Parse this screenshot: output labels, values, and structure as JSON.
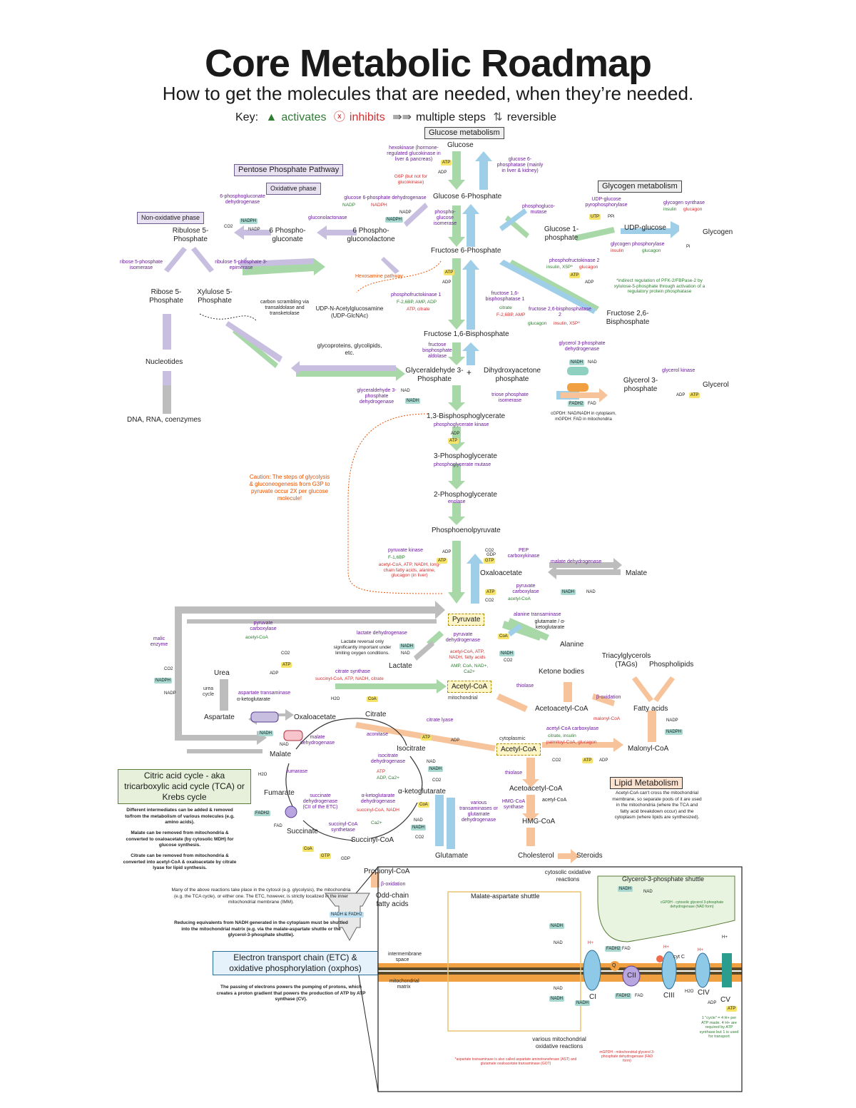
{
  "title": "Core Metabolic Roadmap",
  "subtitle": "How to get the molecules that are needed, when they’re needed.",
  "key": {
    "label": "Key:",
    "activates": "activates",
    "inhibits": "inhibits",
    "multiple_steps": "multiple steps",
    "reversible": "reversible"
  },
  "colors": {
    "glycolysis_green": "#a8d8a8",
    "gluconeo_blue": "#9fcfe8",
    "pentose_lavender": "#c8bfe0",
    "gray": "#bbbbbb",
    "lipid_orange": "#f6c39b",
    "tca_dark_gray": "#999999"
  },
  "sections": {
    "glucose_metabolism": "Glucose metabolism",
    "pentose_phosphate_pathway": "Pentose Phosphate Pathway",
    "oxidative_phase": "Oxidative phase",
    "non_oxidative_phase": "Non-oxidative phase",
    "glycogen_metabolism": "Glycogen metabolism",
    "citric_acid_cycle": "Citric acid cycle - aka tricarboxylic acid cycle (TCA) or Krebs cycle",
    "lipid_metabolism": "Lipid Metabolism",
    "etc": "Electron transport chain (ETC) & oxidative phosphorylation (oxphos)",
    "malate_aspartate_shuttle": "Malate-aspartate shuttle",
    "glycerol3p_shuttle": "Glycerol-3-phosphate shuttle"
  },
  "molecules": {
    "glucose": "Glucose",
    "g6p": "Glucose 6-Phosphate",
    "f6p": "Fructose 6-Phosphate",
    "f16bp": "Fructose 1,6-Bisphosphate",
    "gap": "Glyceraldehyde 3-Phosphate",
    "dhap": "Dihydroxyacetone phosphate",
    "bpg13": "1,3-Bisphosphoglycerate",
    "pg3": "3-Phosphoglycerate",
    "pg2": "2-Phosphoglycerate",
    "pep": "Phosphoenolpyruvate",
    "oaa_cyto": "Oxaloacetate",
    "malate_cyto": "Malate",
    "pyruvate": "Pyruvate",
    "alanine": "Alanine",
    "lactate": "Lactate",
    "acetyl_coa": "Acetyl-CoA",
    "acetyl_coa_mito": "mitochondrial",
    "citrate": "Citrate",
    "isocitrate": "Isocitrate",
    "akg": "α-ketoglutarate",
    "succinyl_coa": "Succinyl-CoA",
    "succinate": "Succinate",
    "fumarate": "Fumarate",
    "malate_mito": "Malate",
    "oaa_mito": "Oxaloacetate",
    "aspartate": "Aspartate",
    "urea": "Urea",
    "urea_cycle": "urea cycle",
    "glutamate": "Glutamate",
    "propionyl_coa": "Propionyl-CoA",
    "odd_chain": "Odd-chain fatty acids",
    "g1p": "Glucose 1-phosphate",
    "udp_glucose": "UDP-glucose",
    "glycogen": "Glycogen",
    "f26bp": "Fructose 2,6-Bisphosphate",
    "pgl6": "6 Phospho-gluconolactone",
    "pg6": "6 Phospho-gluconate",
    "ribulose5p": "Ribulose 5-Phosphate",
    "ribose5p": "Ribose 5-Phosphate",
    "xylulose5p": "Xylulose 5-Phosphate",
    "nucleotides": "Nucleotides",
    "dna": "DNA, RNA, coenzymes",
    "udp_glcnac": "UDP-N-Acetylglucosamine (UDP-GlcNAc)",
    "glycoproteins": "glycoproteins, glycolipids, etc.",
    "glycerol3p": "Glycerol 3-phosphate",
    "glycerol": "Glycerol",
    "ketone_bodies": "Ketone bodies",
    "acetoacetyl_coa": "Acetoacetyl-CoA",
    "acetyl_coa_cyto": "Acetyl-CoA",
    "cytoplasmic": "cytoplasmic",
    "malonyl_coa": "Malonyl-CoA",
    "tags": "Triacylglycerols (TAGs)",
    "phospholipids": "Phospholipids",
    "fatty_acids": "Fatty acids",
    "acetoacetyl_coa_2": "Acetoacetyl-CoA",
    "hmg_coa": "HMG-CoA",
    "cholesterol": "Cholesterol",
    "steroids": "Steroids"
  },
  "enzymes": {
    "hexokinase": "hexokinase (hormone-regulated glucokinase in liver & pancreas)",
    "hexokinase_inh": "G6P (but not for glucokinase)",
    "g6pase": "glucose 6-phosphatase (mainly in liver & kidney)",
    "pgi": "phospho-glucose isomerase",
    "g6pd": "glucose 6-phosphate dehydrogenase",
    "g6pd_act": "NADP",
    "g6pd_inh": "NADPH",
    "lactonase": "gluconolactonase",
    "pgd6": "6-phosphogluconate dehydrogenase",
    "rpi": "ribose 5-phosphate isomerase",
    "rpe": "ribulose 5-phosphate 3-epimerase",
    "tkt": "carbon scrambling via transaldolase and transketolase",
    "pgm": "phosphogluco-mutase",
    "udpgp": "UDP-glucose pyrophosphorylase",
    "gs": "glycogen synthase",
    "gs_act": "insulin",
    "gs_inh": "glucagon",
    "gp": "glycogen phosphorylase",
    "gp_act": "glucagon",
    "gp_inh": "insulin",
    "pfk2": "phosphofructokinase 2",
    "pfk2_act": "insulin, X5P*",
    "pfk2_inh": "glucagon",
    "pfk2_note": "*indirect regulation of PFK-2/FBPase-2 by xylulose-5-phosphate through activation of a regulatory protein phosphatase",
    "pfk1": "phosphofructokinase 1",
    "pfk1_act": "F-2,6BP, AMP, ADP",
    "pfk1_inh": "ATP, citrate",
    "fbpase1": "fructose 1,6-bisphosphatase 1",
    "fbpase1_act": "citrate",
    "fbpase1_inh": "F-2,6BP, AMP",
    "fbpase2": "fructose 2,6-bisphosphatase 2",
    "fbpase2_act": "glucagon",
    "fbpase2_inh": "insulin, X5P*",
    "hexosamine": "Hexosamine pathway",
    "aldolase": "fructose bisphosphate aldolase",
    "tpi": "triose phosphate isomerase",
    "gapdh": "glyceraldehyde 3-phosphate dehydrogenase",
    "g3pdh": "glycerol 3-phosphate dehydrogenase",
    "glycerol_kinase": "glycerol kinase",
    "g3pdh_note": "cGPDH: NAD/NADH in cytoplasm, mGPDH: FAD in mitochondria",
    "pgk": "phosphoglycerate kinase",
    "pgam": "phosphoglycerate mutase",
    "enolase": "enolase",
    "pk": "pyruvate kinase",
    "pk_act": "F-1,6BP",
    "pk_inh": "acetyl-CoA, ATP, NADH, long-chain fatty acids, alanine, glucagon (in liver)",
    "pepck": "PEP carboxykinase",
    "pc_cyto": "pyruvate carboxylase",
    "pc_cyto_act": "acetyl-CoA",
    "mdh_cyto": "malate dehydrogenase",
    "caution": "Caution: The steps of glycolysis & gluconeogenesis from G3P to pyruvate occur 2X per glucose molecule!",
    "alt": "alanine transaminase",
    "alt_sub": "glutamate / α-ketoglutarate",
    "ldh": "lactate dehydrogenase",
    "ldh_note": "Lactate reversal only significantly important under limiting oxygen conditions.",
    "pdh": "pyruvate dehydrogenase",
    "pdh_inh": "acetyl-CoA, ATP, NADH, fatty acids",
    "pdh_act": "AMP, CoA, NAD+, Ca2+",
    "pc_mito": "pyruvate carboxylase",
    "pc_mito_act": "acetyl-CoA",
    "malic_enzyme": "malic enzyme",
    "cs": "citrate synthase",
    "cs_inh": "succinyl-CoA, ATP, NADH, citrate",
    "ast": "aspartate transaminase",
    "ast_sub": "α-ketoglutarate",
    "aconitase": "aconitase",
    "idh": "isocitrate dehydrogenase",
    "idh_inh": "ATP",
    "idh_act": "ADP, Ca2+",
    "akgdh": "α-ketoglutarate dehydrogenase",
    "akgdh_inh": "succinyl-CoA, NADH",
    "akgdh_act": "Ca2+",
    "scs": "succinyl-CoA synthetase",
    "sdh": "succinate dehydrogenase (CII of the ETC)",
    "fumarase": "fumarase",
    "mdh_mito": "malate dehydrogenase",
    "glu_transaminases": "various transaminases or glutamate dehydrogenase",
    "beta_ox_odd": "β-oxidation",
    "cl": "citrate lyase",
    "acc": "acetyl-CoA carboxylase",
    "acc_act": "citrate, insulin",
    "acc_inh": "palmitoyl-CoA, glucagon",
    "thiolase": "thiolase",
    "thiolase2": "thiolase",
    "beta_ox": "β-oxidation",
    "beta_ox_inh": "malonyl-CoA",
    "hmgcs": "HMG-CoA synthase",
    "hmgcs_sub": "acetyl-CoA",
    "ketone_thiolase": "thiolase"
  },
  "tca_notes": {
    "intermediates": "Different intermediates can be added & removed to/from the metabolism of various molecules (e.g. amino acids).",
    "malate_note": "Malate can be removed from mitochondria & converted to oxaloacetate (by cytosolic MDH) for glucose synthesis.",
    "citrate_note": "Citrate can be removed from mitochondria & converted into acetyl-CoA & oxaloacetate by citrate lyase for lipid synthesis.",
    "rxn_location": "Many of the above reactions take place in the cytosol (e.g. glycolysis), the mitochondria (e.g. the TCA cycle), or either one. The ETC, however, is strictly localized in the inner mitochondrial membrane (IMM).",
    "reducing_eq": "Reducing equivalents from NADH generated in the cytoplasm must be shuttled into the mitochondrial matrix (e.g. via the malate-aspartate shuttle or the glycerol-3-phosphate shuttle).",
    "nadh_fadh2": "NADH & FADH2"
  },
  "lipid_note": "Acetyl-CoA can't cross the mitochondrial membrane, so separate pools of it are used in the mitochondria (where the TCA and fatty acid breakdown occur) and the cytoplasm (where lipids are synthesized).",
  "etc": {
    "desc": "The passing of electrons powers the pumping of protons, which creates a proton gradient that powers the production of ATP by ATP synthase (CV).",
    "cytosolic_rxn": "cytosolic oxidative reactions",
    "mito_rxn": "various mitochondrial oxidative reactions",
    "ims": "intermembrane space",
    "matrix": "mitochondrial matrix",
    "complexes": [
      "CI",
      "CII",
      "CIII",
      "CIV",
      "CV"
    ],
    "cytc": "cyt C",
    "q": "Q",
    "atp_yield": "1 \"cycle\" = 4 H+ per ATP made. 4 H+ are required by ATP synthase but 1 is used for transport",
    "shuttle_footnote": "*aspartate transaminase is also called aspartate aminotransferase (AST) and glutamate oxaloacetate transaminase (GOT)",
    "mgpdh_note": "mGPDH - mitochondrial glycerol 3-phosphate dehydrogenase (FAD form)",
    "cgpdh_note": "cGPDH - cytosolic glycerol 3-phosphate dehydrogenase (NAD form)"
  },
  "cofactors": {
    "atp": "ATP",
    "adp": "ADP",
    "nad": "NAD",
    "nadh": "NADH",
    "nadp": "NADP",
    "nadph": "NADPH",
    "fad": "FAD",
    "fadh2": "FADH2",
    "co2": "CO2",
    "gtp": "GTP",
    "gdp": "GDP",
    "coa": "CoA",
    "h2o": "H2O",
    "pi": "Pi",
    "ppi": "PPi",
    "utp": "UTP",
    "h": "H+"
  }
}
